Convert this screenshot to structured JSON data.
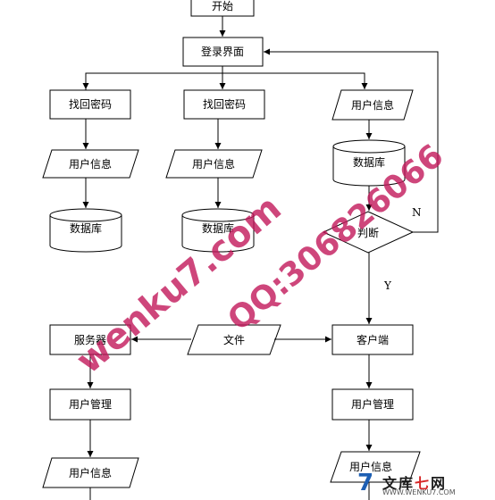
{
  "nodes": {
    "start": "开始",
    "login": "登录界面",
    "recover1": "找回密码",
    "recover2": "找回密码",
    "userinfo_top_right": "用户信息",
    "userinfo_mid_left": "用户信息",
    "userinfo_mid_center": "用户信息",
    "db_right": "数据库",
    "db_left": "数据库",
    "db_center": "数据库",
    "judge": "判断",
    "server": "服务器",
    "file": "文件",
    "client": "客户端",
    "usermgmt_left": "用户管理",
    "usermgmt_right": "用户管理",
    "userinfo_bottom_left": "用户信息",
    "userinfo_bottom_right": "用户信息"
  },
  "edge_labels": {
    "no": "N",
    "yes": "Y"
  },
  "watermark": {
    "site": "wenku7.com",
    "qq": "QQ:306826066"
  },
  "logo": {
    "mark": "7",
    "name_a": "文库",
    "name_b": "七",
    "name_c": "网",
    "url": "WWW.WENKU7.COM"
  }
}
